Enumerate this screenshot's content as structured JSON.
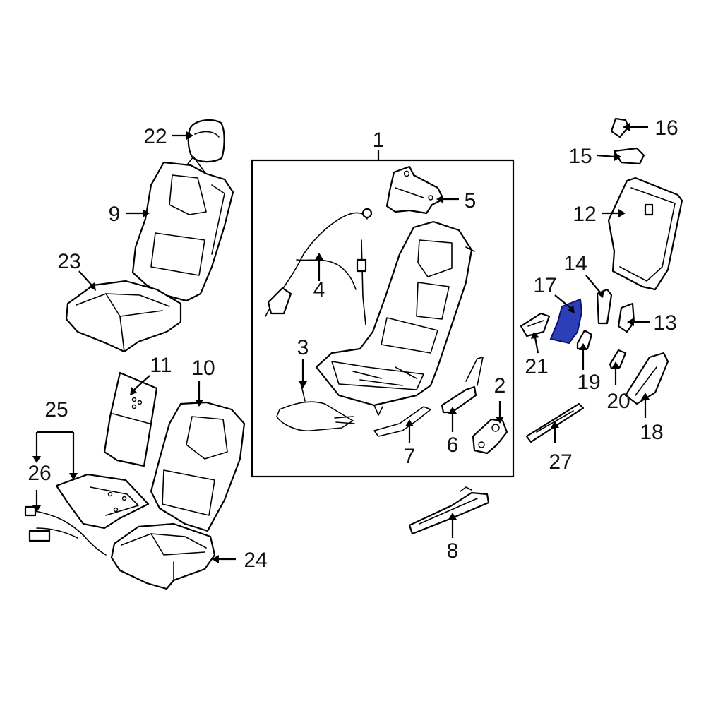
{
  "callouts": {
    "c1": "1",
    "c2": "2",
    "c3": "3",
    "c4": "4",
    "c5": "5",
    "c6": "6",
    "c7": "7",
    "c8": "8",
    "c9": "9",
    "c10": "10",
    "c11": "11",
    "c12": "12",
    "c13": "13",
    "c14": "14",
    "c15": "15",
    "c16": "16",
    "c17": "17",
    "c18": "18",
    "c19": "19",
    "c20": "20",
    "c21": "21",
    "c22": "22",
    "c23": "23",
    "c24": "24",
    "c25": "25",
    "c26": "26",
    "c27": "27"
  },
  "colors": {
    "line": "#000000",
    "background": "#ffffff",
    "highlight_fill": "#2d3fb8",
    "highlight_stroke": "#0a1470"
  },
  "highlighted_part": "17"
}
